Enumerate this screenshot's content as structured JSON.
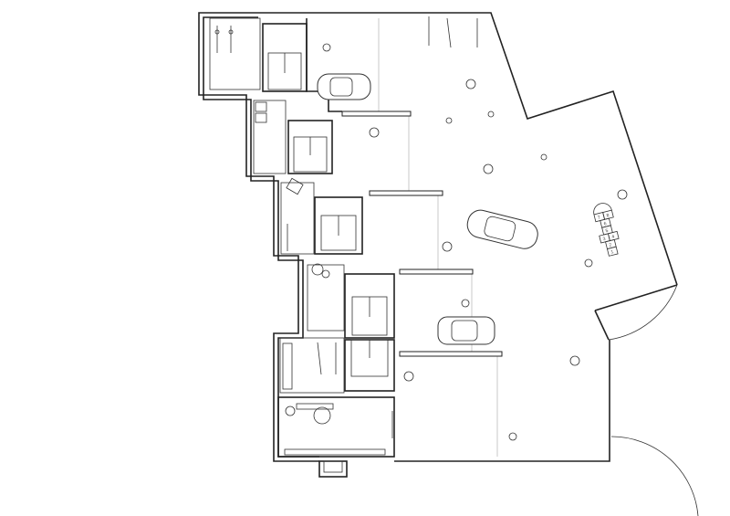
{
  "drawing": {
    "type": "floor-plan",
    "hopscotch_numbers": [
      "1",
      "2",
      "3",
      "4",
      "5",
      "6",
      "7",
      "8"
    ]
  },
  "colors": {
    "line": "#222222",
    "secondary_line": "#bbbbbb",
    "background": "#ffffff"
  }
}
